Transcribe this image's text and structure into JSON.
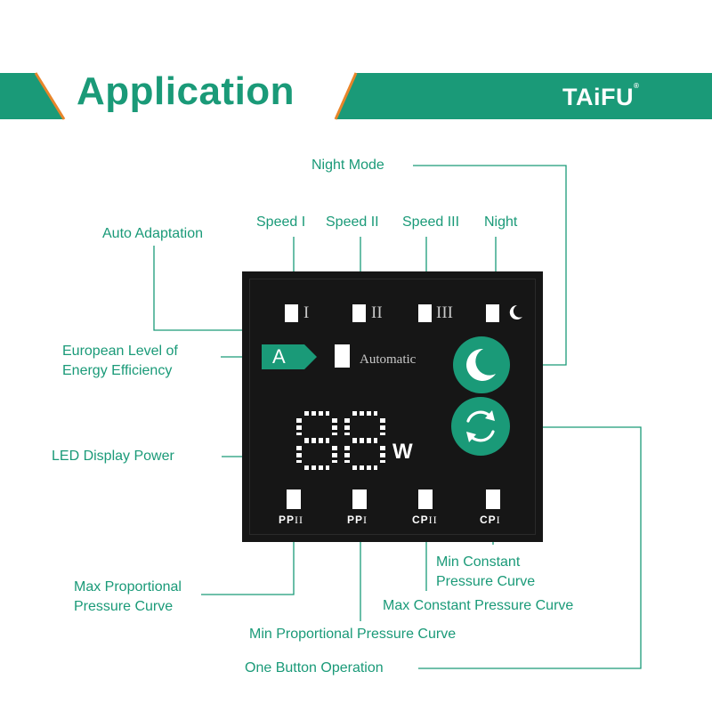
{
  "header": {
    "title": "Application",
    "brand": "TAiFU",
    "brand_mark": "®"
  },
  "colors": {
    "accent": "#1a9a78",
    "orange": "#e8852a",
    "panel": "#161616"
  },
  "labels": {
    "night_mode": "Night Mode",
    "auto_adaptation": "Auto Adaptation",
    "speed1": "Speed I",
    "speed2": "Speed II",
    "speed3": "Speed III",
    "night": "Night",
    "euro_line1": "European Level of",
    "euro_line2": "Energy Efficiency",
    "led_power": "LED Display Power",
    "max_prop_line1": "Max Proportional",
    "max_prop_line2": "Pressure Curve",
    "min_const_line1": "Min Constant",
    "min_const_line2": "Pressure Curve",
    "max_const": "Max Constant Pressure Curve",
    "min_prop": "Min Proportional Pressure Curve",
    "one_button": "One Button Operation"
  },
  "panel": {
    "romans": [
      "I",
      "II",
      "III"
    ],
    "energy_class": "A",
    "automatic": "Automatic",
    "display_value": "88",
    "display_unit": "W",
    "modes": [
      {
        "text": "PP",
        "sub": "II"
      },
      {
        "text": "PP",
        "sub": "I"
      },
      {
        "text": "CP",
        "sub": "II"
      },
      {
        "text": "CP",
        "sub": "I"
      }
    ]
  },
  "icons": [
    "moon-icon",
    "refresh-icon"
  ]
}
